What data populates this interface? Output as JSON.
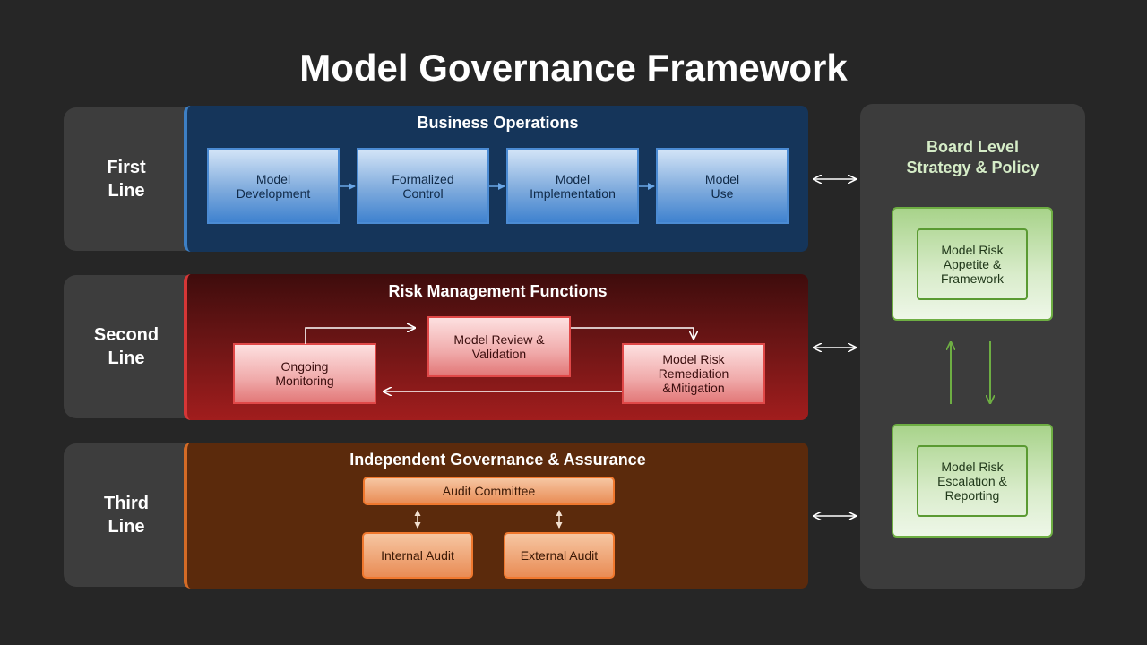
{
  "title": "Model Governance Framework",
  "lines": [
    {
      "label_1": "First",
      "label_2": "Line"
    },
    {
      "label_1": "Second",
      "label_2": "Line"
    },
    {
      "label_1": "Third",
      "label_2": "Line"
    }
  ],
  "first_line": {
    "title": "Business Operations",
    "steps": [
      "Model\nDevelopment",
      "Formalized\nControl",
      "Model\nImplementation",
      "Model\nUse"
    ]
  },
  "second_line": {
    "title": "Risk Management Functions",
    "ongoing_monitoring": "Ongoing\nMonitoring",
    "review_validation": "Model Review &\nValidation",
    "remediation": "Model Risk\nRemediation\n&Mitigation"
  },
  "third_line": {
    "title": "Independent Governance & Assurance",
    "audit_committee": "Audit Committee",
    "internal_audit": "Internal Audit",
    "external_audit": "External Audit"
  },
  "board": {
    "title": "Board Level\nStrategy & Policy",
    "appetite": "Model Risk\nAppetite &\nFramework",
    "escalation": "Model Risk\nEscalation &\nReporting"
  },
  "colors": {
    "background": "#262626",
    "first_line": "#15355a",
    "second_line": "#a11d1d",
    "third_line": "#5b2a0c",
    "board_green": "#6eae43"
  }
}
